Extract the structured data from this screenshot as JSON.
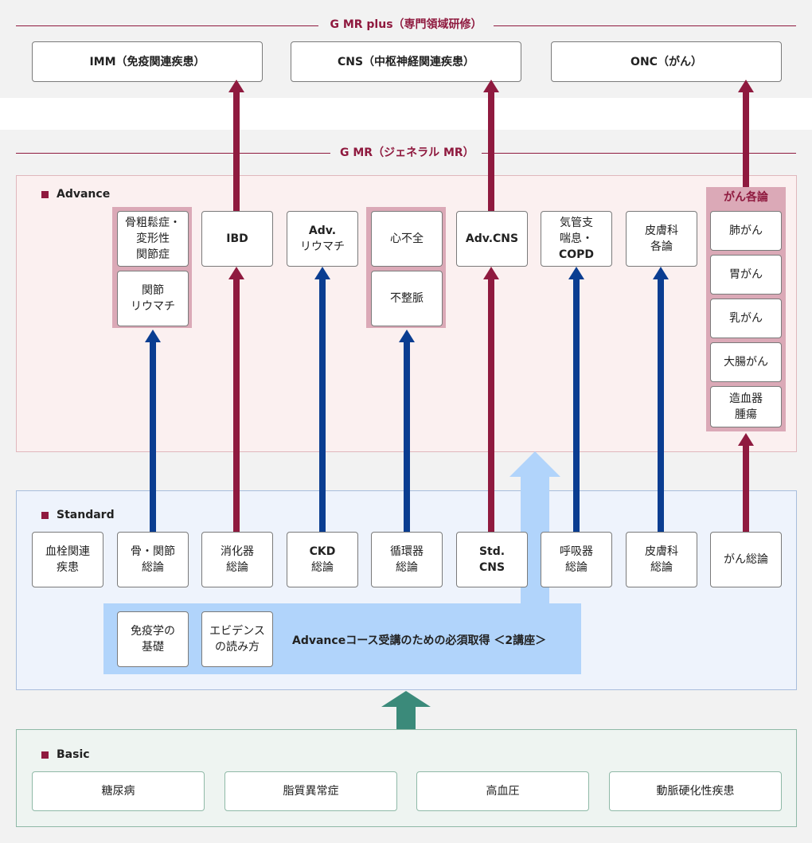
{
  "gmr_plus": {
    "title": "G MR plus（専門領域研修）",
    "boxes": [
      "IMM（免疫関連疾患）",
      "CNS（中枢神経関連疾患）",
      "ONC（がん）"
    ]
  },
  "gmr": {
    "title": "G MR（ジェネラル MR）"
  },
  "advance": {
    "label": "Advance",
    "bone_group": [
      "骨粗鬆症・|変形性|関節症",
      "関節|リウマチ"
    ],
    "ibd": "IBD",
    "adv_ra": [
      "Adv.",
      "リウマチ"
    ],
    "cardio_group": [
      "心不全",
      "不整脈"
    ],
    "adv_cns": "Adv.CNS",
    "respiratory": [
      "気管支",
      "喘息・",
      "COPD"
    ],
    "derm": [
      "皮膚科",
      "各論"
    ],
    "onc_group_title": "がん各論",
    "onc_group": [
      "肺がん",
      "胃がん",
      "乳がん",
      "大腸がん",
      "造血器|腫瘍"
    ]
  },
  "standard": {
    "label": "Standard",
    "boxes": [
      [
        "血栓関連",
        "疾患"
      ],
      [
        "骨・関節",
        "総論"
      ],
      [
        "消化器",
        "総論"
      ],
      [
        "CKD",
        "総論"
      ],
      [
        "循環器",
        "総論"
      ],
      [
        "Std.",
        "CNS"
      ],
      [
        "呼吸器",
        "総論"
      ],
      [
        "皮膚科",
        "総論"
      ],
      [
        "がん総論"
      ]
    ],
    "required": [
      [
        "免疫学の",
        "基礎"
      ],
      [
        "エビデンス",
        "の読み方"
      ]
    ],
    "required_text": "Advanceコース受講のための必須取得 ＜2講座＞"
  },
  "basic": {
    "label": "Basic",
    "boxes": [
      "糖尿病",
      "脂質異常症",
      "高血圧",
      "動脈硬化性疾患"
    ]
  },
  "colors": {
    "crimson": "#8f1a3f",
    "navy": "#0a3d91",
    "light_blue": "#b1d4fb",
    "teal": "#3b8a7a"
  }
}
